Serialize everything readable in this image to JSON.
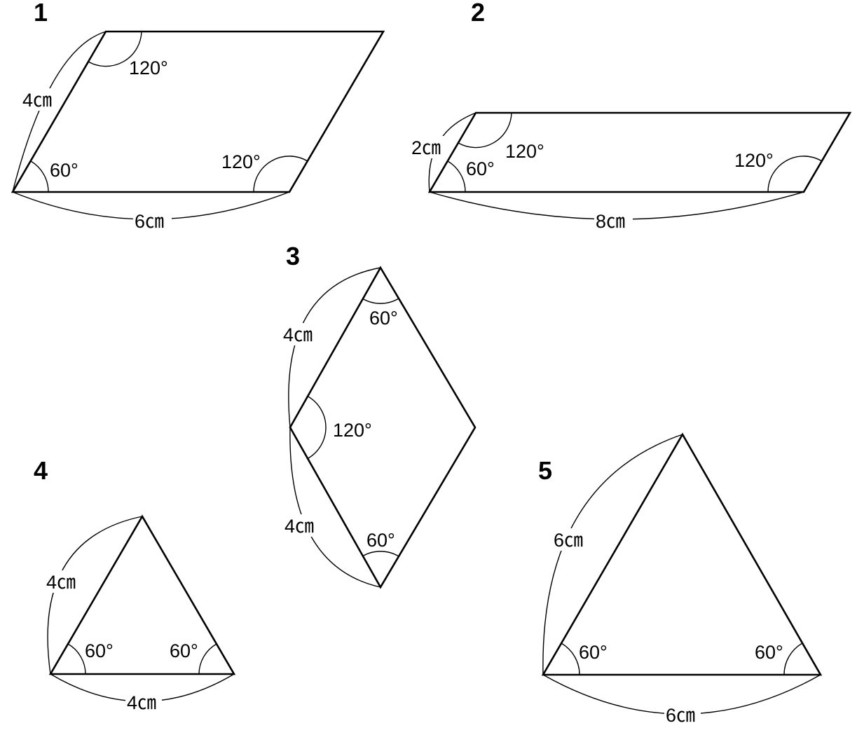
{
  "figures": [
    {
      "number": "1",
      "side_labels": [
        "4㎝",
        "6㎝"
      ],
      "angle_labels": [
        "120°",
        "60°",
        "120°"
      ]
    },
    {
      "number": "2",
      "side_labels": [
        "2㎝",
        "8㎝"
      ],
      "angle_labels": [
        "120°",
        "60°",
        "120°"
      ]
    },
    {
      "number": "3",
      "side_labels": [
        "4㎝",
        "4㎝"
      ],
      "angle_labels": [
        "60°",
        "120°",
        "60°"
      ]
    },
    {
      "number": "4",
      "side_labels": [
        "4㎝",
        "4㎝"
      ],
      "angle_labels": [
        "60°",
        "60°"
      ]
    },
    {
      "number": "5",
      "side_labels": [
        "6㎝",
        "6㎝"
      ],
      "angle_labels": [
        "60°",
        "60°"
      ]
    }
  ]
}
